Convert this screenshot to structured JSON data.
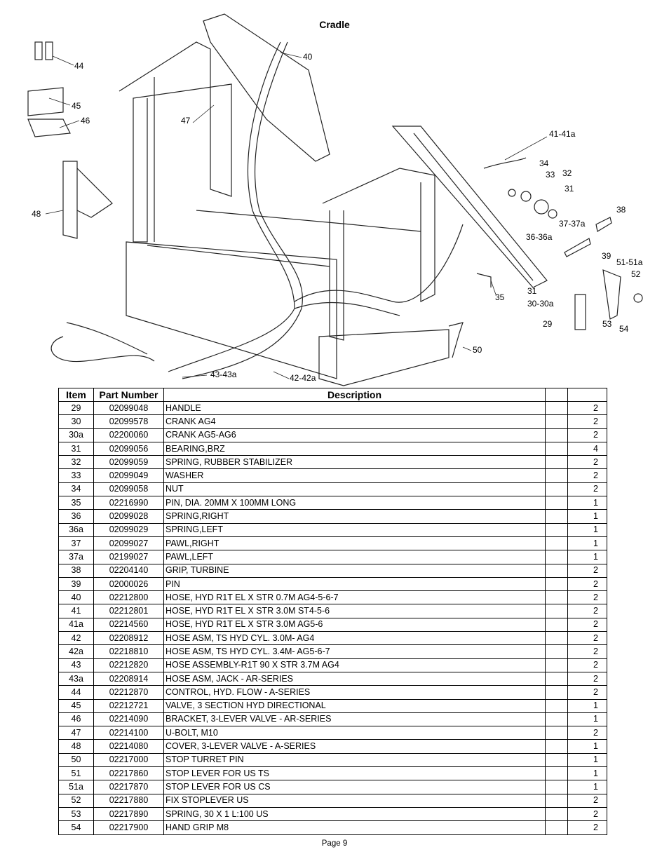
{
  "title": "Cradle",
  "diagram": {
    "callouts": [
      "44",
      "45",
      "46",
      "47",
      "48",
      "40",
      "41-41a",
      "34",
      "33",
      "32",
      "31",
      "38",
      "37-37a",
      "36-36a",
      "39",
      "51-51a",
      "52",
      "31",
      "30-30a",
      "35",
      "29",
      "53",
      "54",
      "50",
      "43-43a",
      "42-42a"
    ]
  },
  "table": {
    "headers": [
      "Item",
      "Part Number",
      "Description",
      "",
      ""
    ],
    "rows": [
      [
        "29",
        "02099048",
        "HANDLE",
        "",
        "2"
      ],
      [
        "30",
        "02099578",
        "CRANK  AG4",
        "",
        "2"
      ],
      [
        "30a",
        "02200060",
        "CRANK  AG5-AG6",
        "",
        "2"
      ],
      [
        "31",
        "02099056",
        "BEARING,BRZ",
        "",
        "4"
      ],
      [
        "32",
        "02099059",
        "SPRING, RUBBER STABILIZER",
        "",
        "2"
      ],
      [
        "33",
        "02099049",
        "WASHER",
        "",
        "2"
      ],
      [
        "34",
        "02099058",
        "NUT",
        "",
        "2"
      ],
      [
        "35",
        "02216990",
        "PIN, DIA. 20MM X 100MM LONG",
        "",
        "1"
      ],
      [
        "36",
        "02099028",
        "SPRING,RIGHT",
        "",
        "1"
      ],
      [
        "36a",
        "02099029",
        "SPRING,LEFT",
        "",
        "1"
      ],
      [
        "37",
        "02099027",
        "PAWL,RIGHT",
        "",
        "1"
      ],
      [
        "37a",
        "02199027",
        "PAWL,LEFT",
        "",
        "1"
      ],
      [
        "38",
        "02204140",
        "GRIP, TURBINE",
        "",
        "2"
      ],
      [
        "39",
        "02000026",
        "PIN",
        "",
        "2"
      ],
      [
        "40",
        "02212800",
        "HOSE, HYD R1T EL X STR 0.7M  AG4-5-6-7",
        "",
        "2"
      ],
      [
        "41",
        "02212801",
        "HOSE, HYD R1T EL X STR 3.0M ST4-5-6",
        "",
        "2"
      ],
      [
        "41a",
        "02214560",
        "HOSE, HYD R1T EL X STR 3.0M AG5-6",
        "",
        "2"
      ],
      [
        "42",
        "02208912",
        "HOSE ASM, TS HYD CYL. 3.0M- AG4",
        "",
        "2"
      ],
      [
        "42a",
        "02218810",
        "HOSE ASM, TS HYD CYL. 3.4M- AG5-6-7",
        "",
        "2"
      ],
      [
        "43",
        "02212820",
        "HOSE ASSEMBLY-R1T 90 X STR 3.7M AG4",
        "",
        "2"
      ],
      [
        "43a",
        "02208914",
        "HOSE ASM, JACK - AR-SERIES",
        "",
        "2"
      ],
      [
        "44",
        "02212870",
        "CONTROL, HYD. FLOW - A-SERIES",
        "",
        "2"
      ],
      [
        "45",
        "02212721",
        "VALVE, 3 SECTION HYD DIRECTIONAL",
        "",
        "1"
      ],
      [
        "46",
        "02214090",
        "BRACKET, 3-LEVER VALVE - AR-SERIES",
        "",
        "1"
      ],
      [
        "47",
        "02214100",
        "U-BOLT, M10",
        "",
        "2"
      ],
      [
        "48",
        "02214080",
        "COVER, 3-LEVER VALVE - A-SERIES",
        "",
        "1"
      ],
      [
        "50",
        "02217000",
        "STOP TURRET PIN",
        "",
        "1"
      ],
      [
        "51",
        "02217860",
        "STOP LEVER FOR US TS",
        "",
        "1"
      ],
      [
        "51a",
        "02217870",
        "STOP LEVER FOR US CS",
        "",
        "1"
      ],
      [
        "52",
        "02217880",
        "FIX STOPLEVER US",
        "",
        "2"
      ],
      [
        "53",
        "02217890",
        "SPRING, 30 X 1 L:100 US",
        "",
        "2"
      ],
      [
        "54",
        "02217900",
        "HAND GRIP M8",
        "",
        "2"
      ]
    ]
  },
  "footer": "Page 9"
}
